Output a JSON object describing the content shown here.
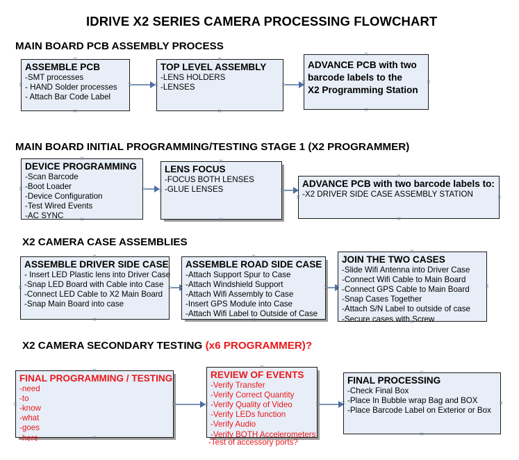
{
  "document": {
    "title": "IDRIVE X2  SERIES CAMERA PROCESSING FLOWCHART"
  },
  "colors": {
    "box_fill": "#e8eef7",
    "box_border": "#1a1a1a",
    "arrow": "#4a6fa5",
    "accent_red": "#e8191c",
    "text": "#000000"
  },
  "sections": [
    {
      "id": "main-board-pcb-assembly",
      "heading": "MAIN BOARD PCB ASSEMBLY PROCESS",
      "heading_accent": "",
      "boxes": [
        {
          "id": "assemble-pcb",
          "title": "ASSEMBLE PCB",
          "lines": [
            "-SMT processes",
            "- HAND Solder processes",
            "- Attach Bar Code Label"
          ]
        },
        {
          "id": "top-level-assembly",
          "title": "TOP LEVEL ASSEMBLY",
          "lines": [
            "-LENS HOLDERS",
            "-LENSES"
          ]
        },
        {
          "id": "advance-pcb-programming-station",
          "title": "ADVANCE PCB with two\nbarcode labels to the\n X2 Programming Station",
          "lines": []
        }
      ]
    },
    {
      "id": "main-board-initial-programming",
      "heading": "MAIN BOARD INITIAL PROGRAMMING/TESTING STAGE 1 (X2 PROGRAMMER)",
      "heading_accent": "",
      "boxes": [
        {
          "id": "device-programming",
          "title": "DEVICE PROGRAMMING",
          "lines": [
            "-Scan Barcode",
            "-Boot Loader",
            "-Device Configuration",
            "-Test Wired Events",
            "-AC SYNC"
          ]
        },
        {
          "id": "lens-focus",
          "title": "LENS FOCUS",
          "lines": [
            "-FOCUS BOTH LENSES",
            "-GLUE LENSES"
          ]
        },
        {
          "id": "advance-pcb-driver-side-case",
          "title": "ADVANCE PCB with two barcode labels to:",
          "lines": [
            "-X2 DRIVER  SIDE  CASE  ASSEMBLY STATION"
          ]
        }
      ]
    },
    {
      "id": "x2-camera-case-assemblies",
      "heading": "X2 CAMERA CASE ASSEMBLIES",
      "heading_accent": "",
      "boxes": [
        {
          "id": "assemble-driver-side-case",
          "title": "ASSEMBLE DRIVER SIDE CASE",
          "lines": [
            "- Insert LED Plastic lens into Driver Case",
            "-Snap LED Board with Cable into Case",
            "-Connect LED Cable to X2 Main Board",
            "-Snap Main Board into case"
          ]
        },
        {
          "id": "assemble-road-side-case",
          "title": "ASSEMBLE ROAD SIDE CASE",
          "lines": [
            "-Attach Support Spur to Case",
            "-Attach Windshield Support",
            "-Attach Wifi Assembly to Case",
            "-Insert GPS Module into Case",
            "-Attach Wifi Label to Outside of Case"
          ]
        },
        {
          "id": "join-the-two-cases",
          "title": "JOIN THE TWO CASES",
          "lines": [
            "-Slide Wifi Antenna into Driver Case",
            "-Connect Wifi Cable to Main Board",
            "-Connect GPS Cable to Main Board",
            "-Snap Cases Together",
            "-Attach S/N Label to outside of case",
            "-Secure cases with Screw"
          ]
        }
      ]
    },
    {
      "id": "x2-camera-secondary-testing",
      "heading": "X2 CAMERA SECONDARY TESTING ",
      "heading_accent": "(x6 PROGRAMMER)?",
      "boxes": [
        {
          "id": "final-programming-testing",
          "title": "FINAL PROGRAMMING / TESTING",
          "lines": [
            "-need",
            "-to",
            "-know",
            "-what",
            "-goes",
            "-here"
          ]
        },
        {
          "id": "review-of-events",
          "title": "REVIEW OF EVENTS",
          "lines": [
            "-Verify Transfer",
            "-Verify Correct Quantity",
            "-Verify Quality of Video",
            "-Verify LEDs function",
            "-Verify Audio",
            "-Verify BOTH Accelerometers"
          ],
          "overflow_line": "-Test of accessory ports?"
        },
        {
          "id": "final-processing",
          "title": "FINAL PROCESSING",
          "lines": [
            " -Check Final Box",
            "-Place In Bubble wrap Bag and BOX",
            "-Place Barcode Label on Exterior or Box"
          ]
        }
      ]
    }
  ]
}
